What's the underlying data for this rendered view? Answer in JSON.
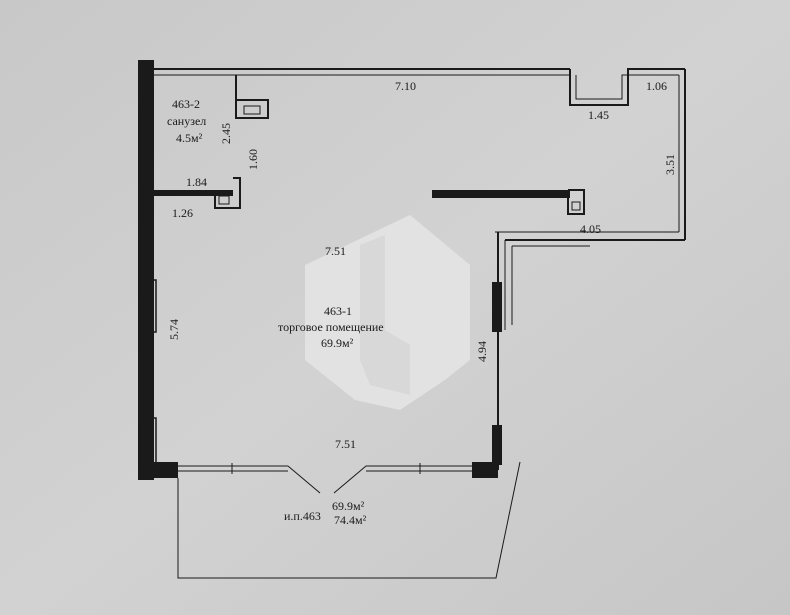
{
  "rooms": [
    {
      "number": "463-2",
      "name": "санузел",
      "area": "4.5м²"
    },
    {
      "number": "463-1",
      "name": "торговое помещение",
      "area": "69.9м²"
    }
  ],
  "dimensions": {
    "top_wall": "7.10",
    "niche_width": "1.45",
    "right_top": "1.06",
    "right_height": "3.51",
    "step_width": "4.05",
    "toilet_height": "2.45",
    "toilet_partition": "1.60",
    "toilet_width": "1.84",
    "toilet_bottom": "1.26",
    "room_width_top": "7.51",
    "left_height": "5.74",
    "right_lower_height": "4.94",
    "room_width_bottom": "7.51"
  },
  "summary": {
    "unit": "и.п.463",
    "area_main": "69.9м²",
    "area_total": "74.4м²"
  },
  "colors": {
    "paper": "#cfcfcf",
    "wall": "#1a1a1a",
    "watermark": "#e6e6e6"
  }
}
